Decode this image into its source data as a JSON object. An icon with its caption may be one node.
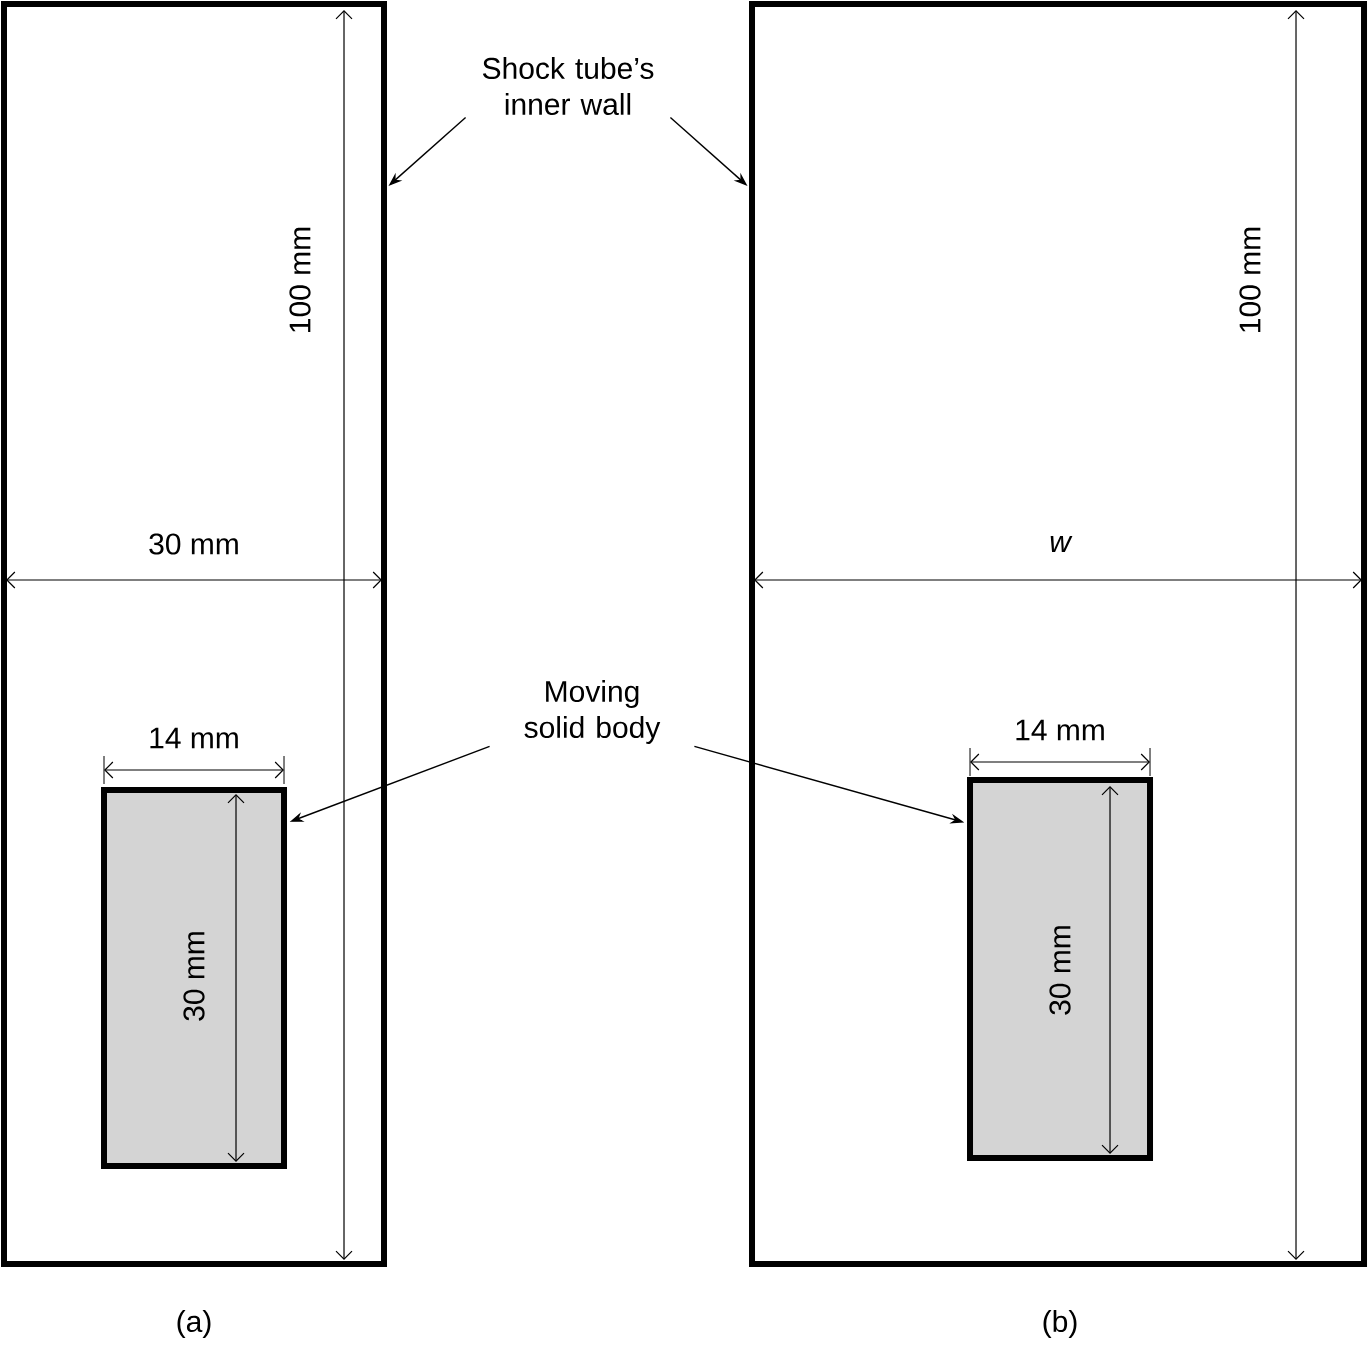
{
  "diagram": {
    "nodes": [
      {
        "text": [],
        "shape": "box"
      },
      {
        "text": [],
        "shape": "box",
        "in": 0
      },
      {
        "text": [],
        "shape": "box"
      },
      {
        "text": [],
        "shape": "box",
        "in": 2
      },
      {
        "text": [
          "Shock tube’s inner wall"
        ]
      },
      {
        "text": [
          "Moving solid body"
        ]
      }
    ],
    "edges": [
      {
        "from": 4,
        "to": 0,
        "arrow": "to"
      },
      {
        "from": 4,
        "to": 2,
        "arrow": "to"
      },
      {
        "from": 5,
        "to": 1,
        "arrow": "to"
      },
      {
        "from": 5,
        "to": 3,
        "arrow": "to"
      }
    ],
    "labels": [
      "100 mm",
      "30 mm",
      "14 mm",
      "30 mm",
      "100 mm",
      "w",
      "14 mm",
      "30 mm",
      "(a)",
      "(b)"
    ]
  }
}
